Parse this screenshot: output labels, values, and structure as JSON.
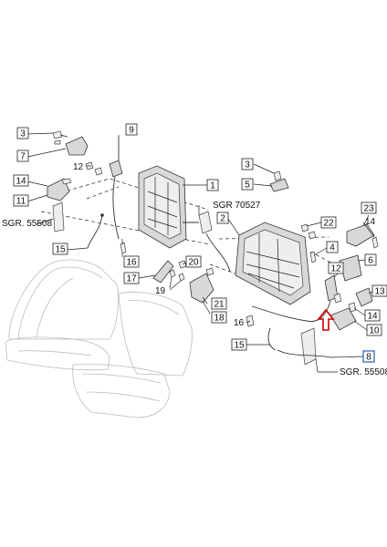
{
  "callouts": [
    {
      "id": "c3a",
      "text": "3"
    },
    {
      "id": "c7",
      "text": "7"
    },
    {
      "id": "c12a",
      "text": "12"
    },
    {
      "id": "c14a",
      "text": "14"
    },
    {
      "id": "c11",
      "text": "11"
    },
    {
      "id": "c9",
      "text": "9"
    },
    {
      "id": "c1",
      "text": "1"
    },
    {
      "id": "c15a",
      "text": "15"
    },
    {
      "id": "c16a",
      "text": "16"
    },
    {
      "id": "c17",
      "text": "17"
    },
    {
      "id": "c20",
      "text": "20"
    },
    {
      "id": "c19",
      "text": "19"
    },
    {
      "id": "c21",
      "text": "21"
    },
    {
      "id": "c18",
      "text": "18"
    },
    {
      "id": "c3b",
      "text": "3"
    },
    {
      "id": "c5",
      "text": "5"
    },
    {
      "id": "c2",
      "text": "2"
    },
    {
      "id": "c22",
      "text": "22"
    },
    {
      "id": "c23",
      "text": "23"
    },
    {
      "id": "c14b",
      "text": "14"
    },
    {
      "id": "c4",
      "text": "4"
    },
    {
      "id": "c6",
      "text": "6"
    },
    {
      "id": "c12b",
      "text": "12"
    },
    {
      "id": "c13",
      "text": "13"
    },
    {
      "id": "c14c",
      "text": "14"
    },
    {
      "id": "c10",
      "text": "10"
    },
    {
      "id": "c16b",
      "text": "16"
    },
    {
      "id": "c15b",
      "text": "15"
    },
    {
      "id": "c8",
      "text": "8"
    }
  ],
  "refs": {
    "sgr_left": "SGR. 55508",
    "sgr_mid": "SGR 70527",
    "sgr_right": "SGR. 55508"
  },
  "colors": {
    "highlight_arrow": "#cc0000",
    "highlight_box": "#2a5db0"
  }
}
